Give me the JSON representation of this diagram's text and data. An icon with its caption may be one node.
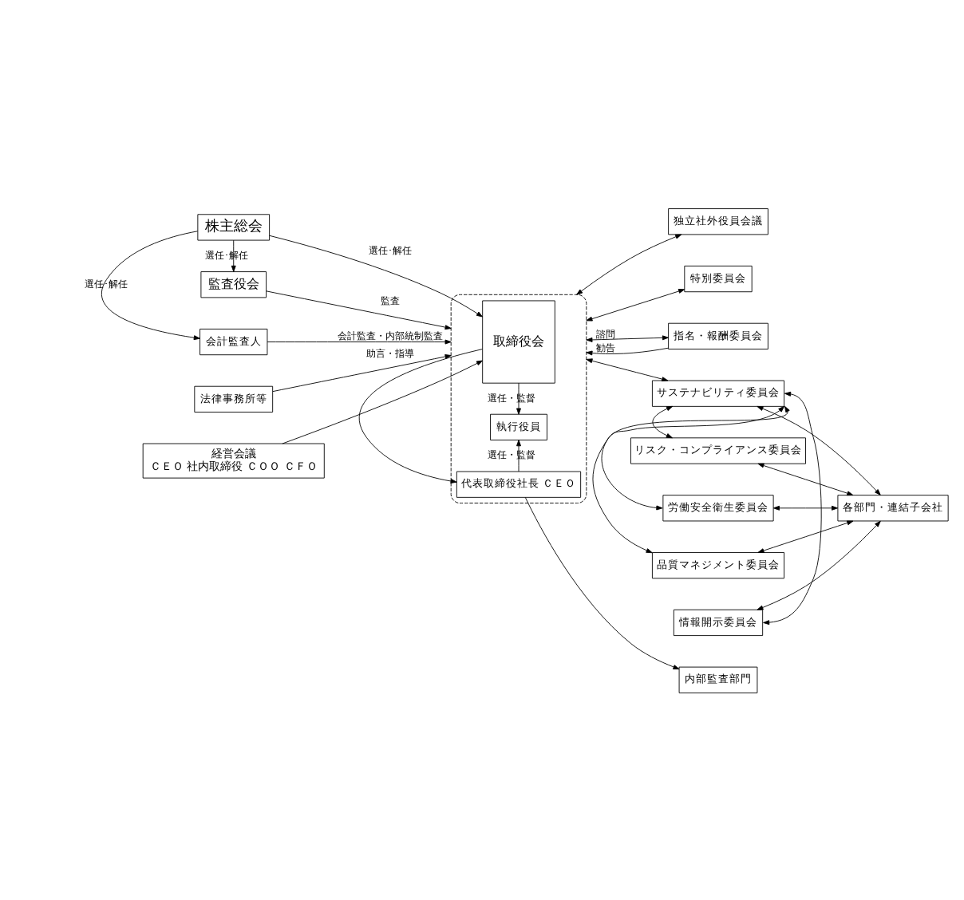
{
  "diagram": {
    "nodes": [
      {
        "text": [
          "株主総会"
        ]
      },
      {
        "text": [
          "経営会議",
          "ＣＥＯ 社内取締役 ＣＯＯ ＣＦＯ"
        ]
      },
      {
        "text": [],
        "shape": "box"
      },
      {
        "text": [
          "取締役会"
        ],
        "in": 2
      },
      {
        "text": [
          "代表取締役社長 ＣＥＯ"
        ],
        "in": 2
      },
      {
        "text": [
          "執行役員"
        ],
        "in": 2
      },
      {
        "text": [
          "監査役会"
        ]
      },
      {
        "text": [
          "会計監査人"
        ]
      },
      {
        "text": [
          "法律事務所等"
        ]
      },
      {
        "text": [
          "独立社外役員会議"
        ]
      },
      {
        "text": [
          "特別委員会"
        ]
      },
      {
        "text": [
          "指名・報酬委員会"
        ]
      },
      {
        "text": [
          "サステナビリティ委員会"
        ]
      },
      {
        "text": [
          "リスク・コンプライアンス委員会"
        ]
      },
      {
        "text": [
          "労働安全衛生委員会"
        ]
      },
      {
        "text": [
          "品質マネジメント委員会"
        ]
      },
      {
        "text": [
          "情報開示委員会"
        ]
      },
      {
        "text": [
          "各部門・連結子会社"
        ]
      },
      {
        "text": [
          "内部監査部門"
        ]
      }
    ],
    "edges": [
      {
        "from": 0,
        "to": 3,
        "arrow": "to",
        "label": "選任･解任"
      },
      {
        "from": 0,
        "to": 6,
        "arrow": "to",
        "label": "選任･解任"
      },
      {
        "from": 0,
        "to": 7,
        "arrow": "to",
        "label": "選任･解任"
      },
      {
        "from": 1,
        "to": 3,
        "arrow": "to"
      },
      {
        "from": 6,
        "to": 2,
        "arrow": "to",
        "label": "監査"
      },
      {
        "from": 7,
        "to": 2,
        "arrow": "to",
        "label": "会計監査・内部統制監査"
      },
      {
        "from": 8,
        "to": 2,
        "arrow": "to",
        "label": "助言・指導"
      },
      {
        "from": 2,
        "to": 9,
        "arrow": "both"
      },
      {
        "from": 2,
        "to": 10,
        "arrow": "both"
      },
      {
        "from": 2,
        "to": 11,
        "arrow": "both",
        "label": "諮問"
      },
      {
        "from": 11,
        "to": 2,
        "arrow": "to",
        "label": "勧告"
      },
      {
        "from": 2,
        "to": 12,
        "arrow": "both"
      },
      {
        "from": 12,
        "to": 17,
        "arrow": "both"
      },
      {
        "from": 12,
        "to": 13,
        "arrow": "both"
      },
      {
        "from": 12,
        "to": 14,
        "arrow": "both"
      },
      {
        "from": 12,
        "to": 15,
        "arrow": "both"
      },
      {
        "from": 12,
        "to": 16,
        "arrow": "both"
      },
      {
        "from": 13,
        "to": 17,
        "arrow": "both"
      },
      {
        "from": 14,
        "to": 17,
        "arrow": "both"
      },
      {
        "from": 15,
        "to": 17,
        "arrow": "both"
      },
      {
        "from": 16,
        "to": 17,
        "arrow": "both"
      },
      {
        "from": 3,
        "to": 4,
        "arrow": "to"
      },
      {
        "from": 3,
        "to": 5,
        "arrow": "to",
        "label": "選任・監督"
      },
      {
        "from": 4,
        "to": 5,
        "arrow": "to",
        "label": "選任・監督"
      },
      {
        "from": 4,
        "to": 18,
        "arrow": "to"
      }
    ]
  }
}
